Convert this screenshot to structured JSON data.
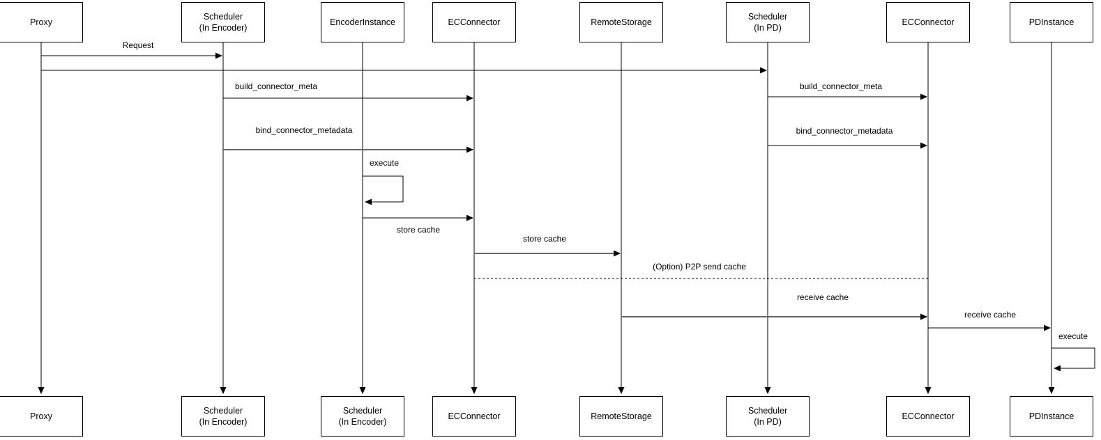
{
  "diagram_type": "sequence-diagram",
  "colors": {
    "background": "#ffffff",
    "line_black": "#000000",
    "line_gray": "#666666",
    "box_fill": "#ffffff",
    "box_border": "#000000"
  },
  "actors_top": [
    {
      "label": "Proxy"
    },
    {
      "label": "Scheduler\n(In Encoder)"
    },
    {
      "label": "EncoderInstance"
    },
    {
      "label": "ECConnector"
    },
    {
      "label": "RemoteStorage"
    },
    {
      "label": "Scheduler\n(In PD)"
    },
    {
      "label": "ECConnector"
    },
    {
      "label": "PDInstance"
    }
  ],
  "actors_bottom": [
    {
      "label": "Proxy"
    },
    {
      "label": "Scheduler\n(In Encoder)"
    },
    {
      "label": "Scheduler\n(In Encoder)"
    },
    {
      "label": "ECConnector"
    },
    {
      "label": "RemoteStorage"
    },
    {
      "label": "Scheduler\n(In PD)"
    },
    {
      "label": "ECConnector"
    },
    {
      "label": "PDInstance"
    }
  ],
  "messages": [
    {
      "label": "Request",
      "from": "Proxy",
      "to": "Scheduler (In Encoder)",
      "line": "solid-black"
    },
    {
      "label": "",
      "from": "Proxy",
      "to": "Scheduler (In PD)",
      "line": "solid-black"
    },
    {
      "label": "build_connector_meta",
      "from": "Scheduler (In Encoder)",
      "to": "ECConnector",
      "line": "solid-black"
    },
    {
      "label": "build_connector_meta",
      "from": "Scheduler (In PD)",
      "to": "ECConnector",
      "line": "solid-black"
    },
    {
      "label": "bind_connector_metadata",
      "from": "Scheduler (In Encoder)",
      "to": "ECConnector",
      "line": "solid-gray"
    },
    {
      "label": "bind_connector_metadata",
      "from": "Scheduler (In PD)",
      "to": "ECConnector",
      "line": "solid-black"
    },
    {
      "label": "execute",
      "from": "EncoderInstance",
      "to": "EncoderInstance",
      "line": "self-loop"
    },
    {
      "label": "store cache",
      "from": "EncoderInstance",
      "to": "ECConnector",
      "line": "solid-black"
    },
    {
      "label": "store cache",
      "from": "ECConnector",
      "to": "RemoteStorage",
      "line": "solid-gray"
    },
    {
      "label": "(Option) P2P send cache",
      "from": "ECConnector",
      "to": "ECConnector (PD side)",
      "line": "dashed-black"
    },
    {
      "label": "receive cache",
      "from": "RemoteStorage",
      "to": "ECConnector (PD side)",
      "line": "solid-gray"
    },
    {
      "label": "receive cache",
      "from": "ECConnector (PD side)",
      "to": "PDInstance",
      "line": "solid-black"
    },
    {
      "label": "execute",
      "from": "PDInstance",
      "to": "PDInstance",
      "line": "self-loop"
    }
  ]
}
